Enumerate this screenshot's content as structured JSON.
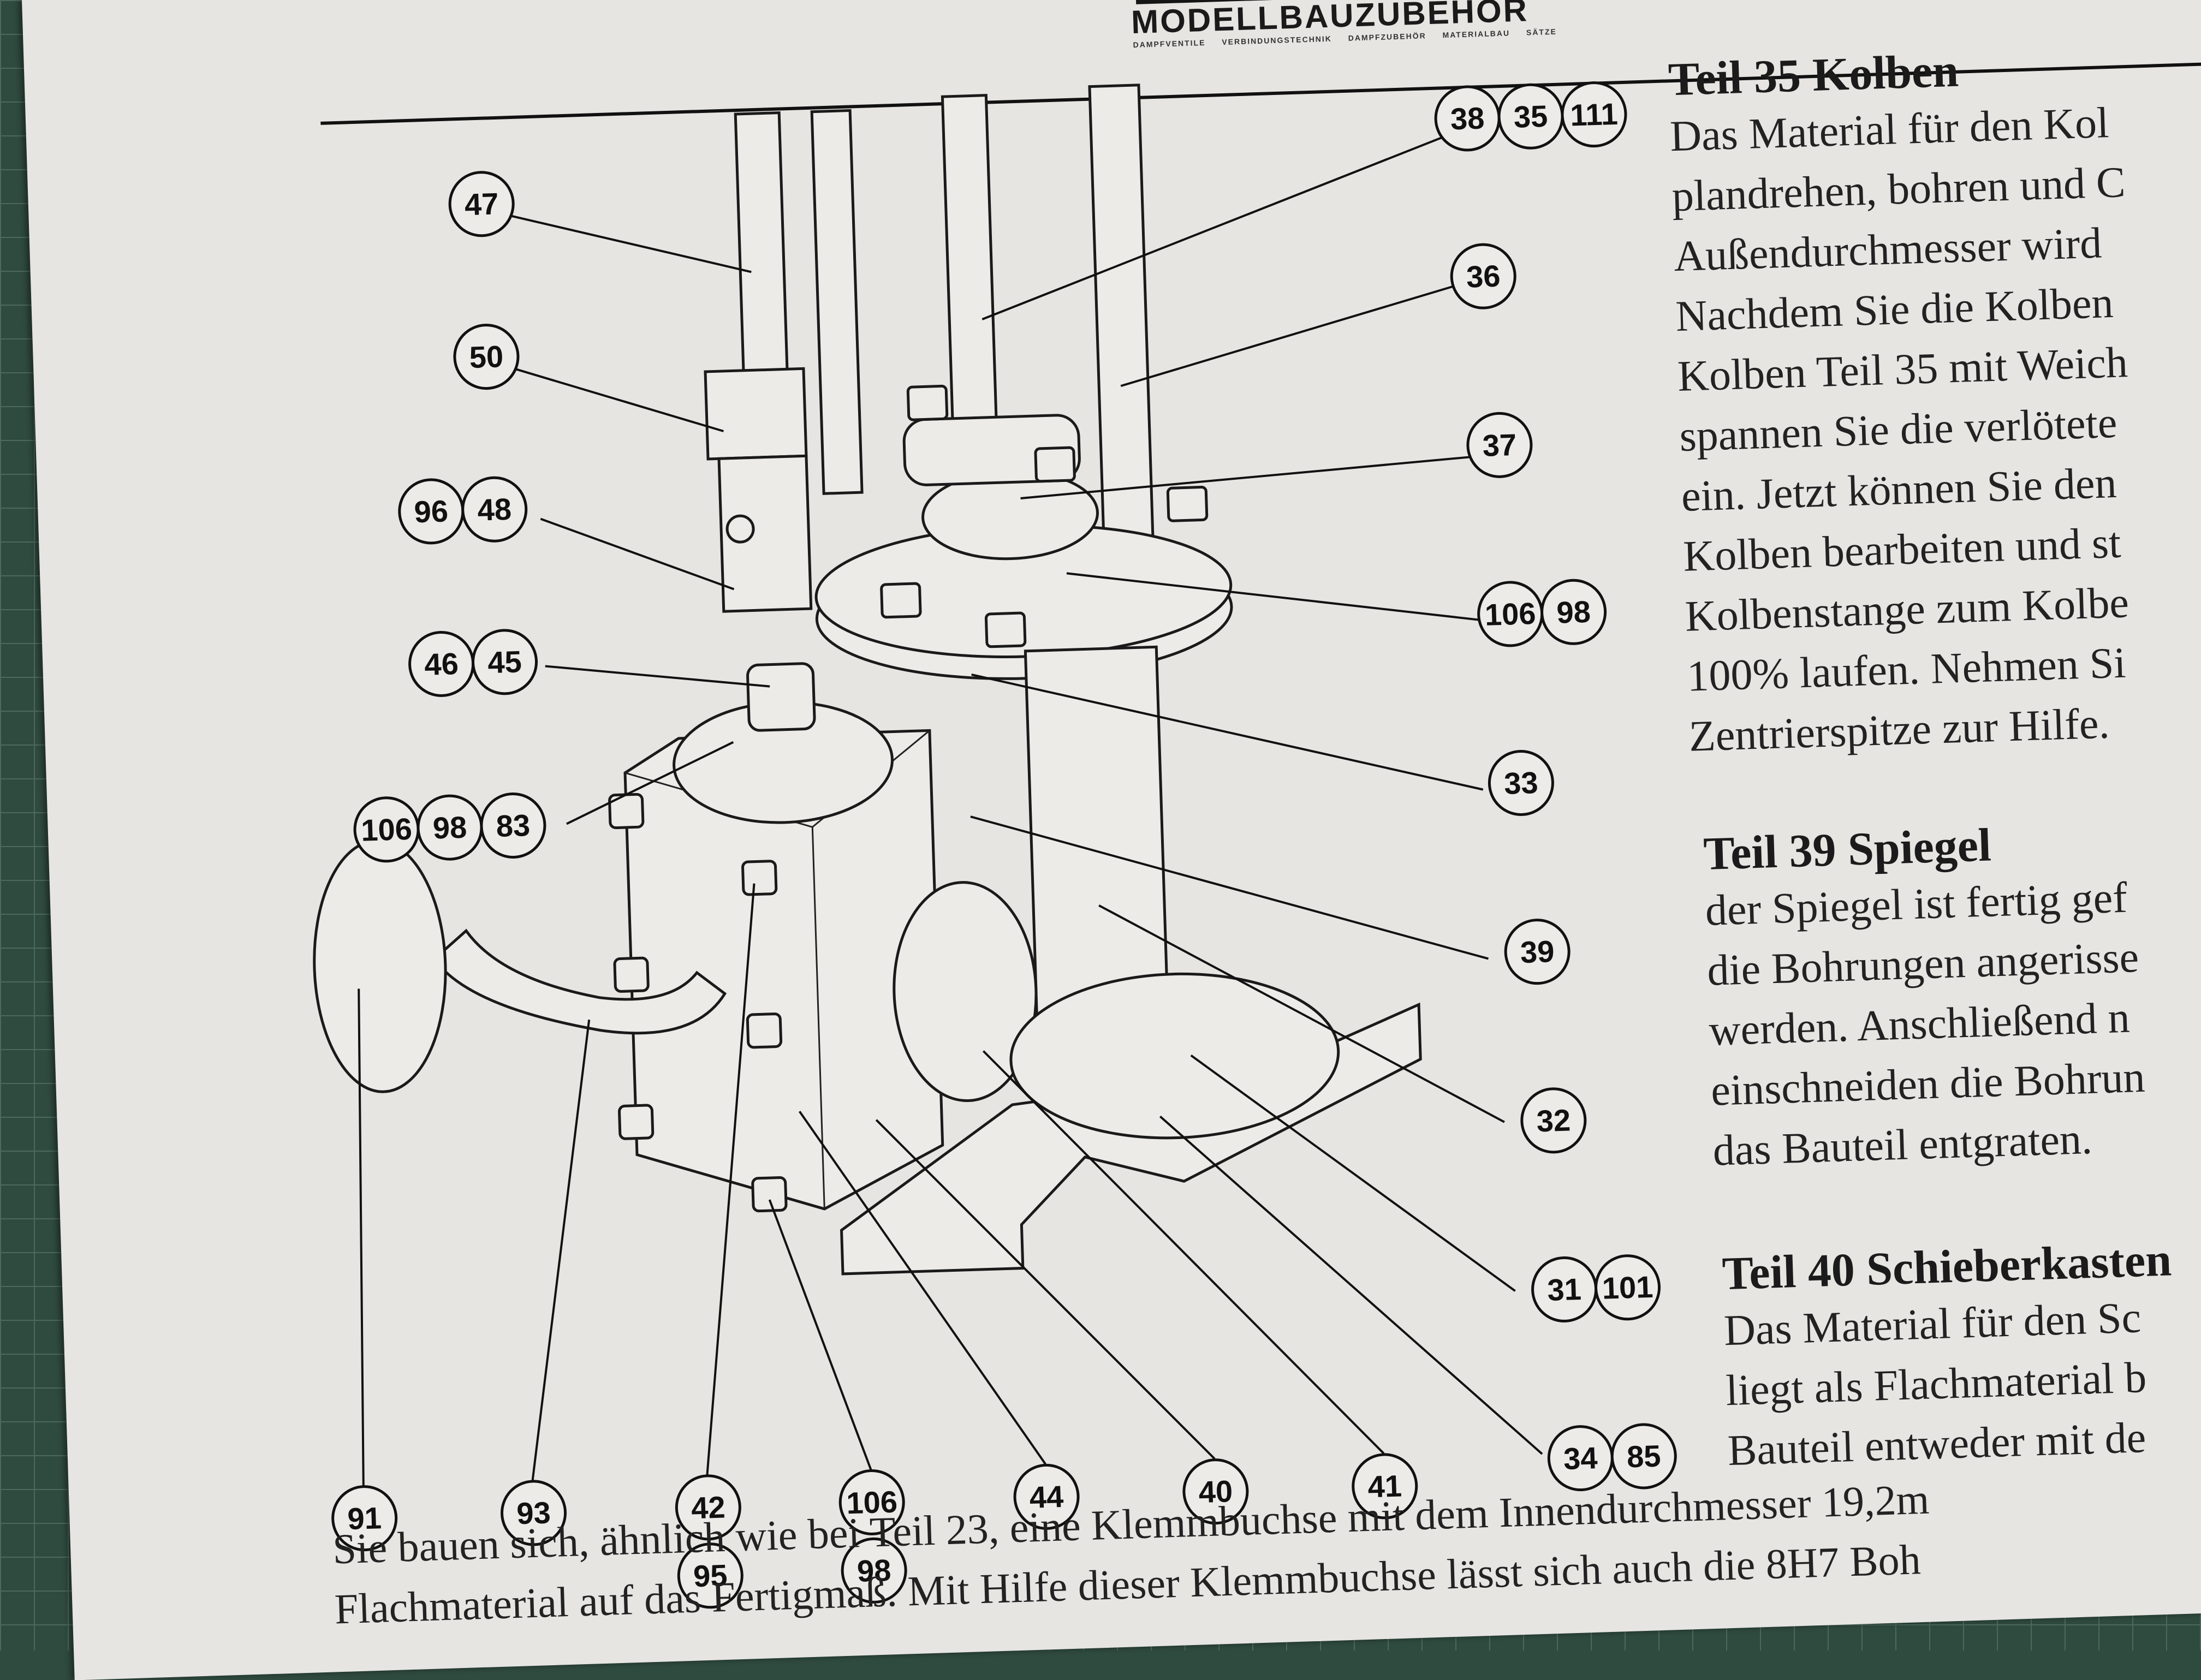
{
  "header": {
    "brand": "MODELLBAUZUBEHÖR",
    "brand_sub": "DAMPFVENTILE VERBINDUNGSTECHNIK DAMPFZUBEHÖR MATERIALBAU SÄTZE"
  },
  "callouts": [
    {
      "id": "c47",
      "label": "47"
    },
    {
      "id": "c50",
      "label": "50"
    },
    {
      "id": "c96",
      "label": "96"
    },
    {
      "id": "c48",
      "label": "48"
    },
    {
      "id": "c46",
      "label": "46"
    },
    {
      "id": "c45",
      "label": "45"
    },
    {
      "id": "c106a",
      "label": "106"
    },
    {
      "id": "c98a",
      "label": "98"
    },
    {
      "id": "c83",
      "label": "83"
    },
    {
      "id": "c38",
      "label": "38"
    },
    {
      "id": "c35",
      "label": "35"
    },
    {
      "id": "c111",
      "label": "111"
    },
    {
      "id": "c36",
      "label": "36"
    },
    {
      "id": "c37",
      "label": "37"
    },
    {
      "id": "c106b",
      "label": "106"
    },
    {
      "id": "c98b",
      "label": "98"
    },
    {
      "id": "c33",
      "label": "33"
    },
    {
      "id": "c39",
      "label": "39"
    },
    {
      "id": "c32",
      "label": "32"
    },
    {
      "id": "c31",
      "label": "31"
    },
    {
      "id": "c101",
      "label": "101"
    },
    {
      "id": "c34",
      "label": "34"
    },
    {
      "id": "c85",
      "label": "85"
    },
    {
      "id": "c91",
      "label": "91"
    },
    {
      "id": "c93",
      "label": "93"
    },
    {
      "id": "c42",
      "label": "42"
    },
    {
      "id": "c95",
      "label": "95"
    },
    {
      "id": "c106c",
      "label": "106"
    },
    {
      "id": "c98c",
      "label": "98"
    },
    {
      "id": "c44",
      "label": "44"
    },
    {
      "id": "c40",
      "label": "40"
    },
    {
      "id": "c41",
      "label": "41"
    }
  ],
  "sections": [
    {
      "title": "Teil 35 Kolben",
      "lines": [
        "Das Material für den Kol",
        "plandrehen, bohren und C",
        "Außendurchmesser wird",
        "Nachdem Sie die Kolben",
        "Kolben Teil 35 mit Weich",
        "spannen Sie die verlötete",
        "ein. Jetzt können Sie den",
        "Kolben bearbeiten und st",
        "Kolbenstange zum Kolbe",
        "100% laufen. Nehmen Si",
        "Zentrierspitze zur Hilfe."
      ]
    },
    {
      "title": "Teil 39 Spiegel",
      "lines": [
        "der Spiegel ist fertig gef",
        "die Bohrungen angerisse",
        "werden. Anschließend n",
        "einschneiden die Bohrun",
        "das Bauteil entgraten."
      ]
    },
    {
      "title": "Teil 40 Schieberkasten",
      "lines": [
        "Das Material für den Sc",
        "liegt als Flachmaterial b",
        "Bauteil entweder mit de"
      ]
    }
  ],
  "bottom_text": [
    "Sie bauen sich, ähnlich wie bei Teil 23, eine Klemmbuchse mit dem Innendurchmesser 19,2m",
    "Flachmaterial auf das Fertigmaß. Mit Hilfe dieser Klemmbuchse lässt sich auch die 8H7 Boh"
  ]
}
